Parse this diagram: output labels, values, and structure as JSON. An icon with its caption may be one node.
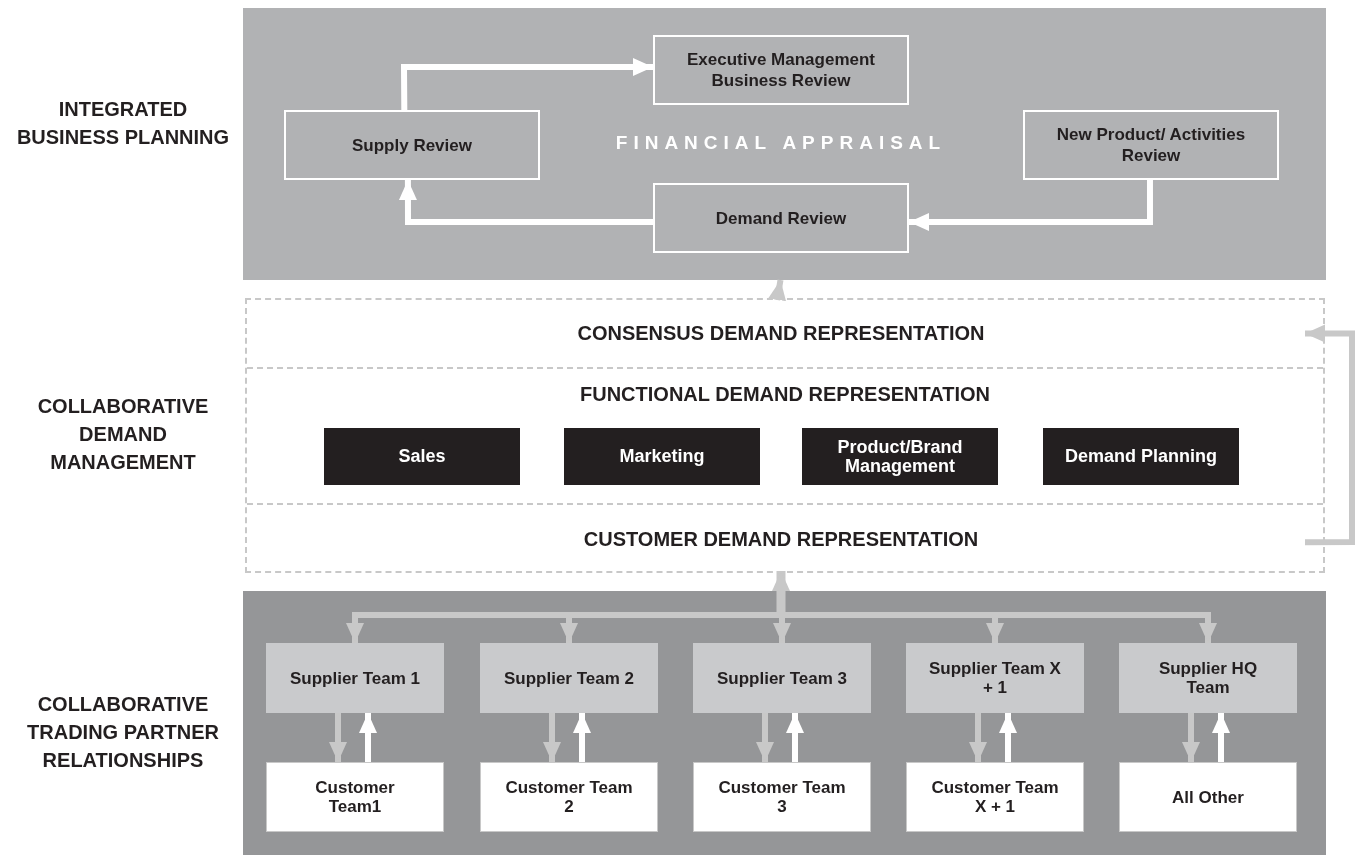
{
  "diagram": {
    "nodes": [
      {
        "text": [
          "INTEGRATED BUSINESS PLANNING",
          "FINANCIAL APPRAISAL"
        ]
      },
      {
        "text": [
          "Executive Management Business Review"
        ],
        "in": 0
      },
      {
        "text": [
          "Supply Review"
        ],
        "in": 0
      },
      {
        "text": [
          "New Product/ Activities Review"
        ],
        "in": 0
      },
      {
        "text": [
          "Demand Review"
        ],
        "in": 0
      },
      {
        "text": [
          "COLLABORATIVE DEMAND MANAGEMENT"
        ]
      },
      {
        "text": [
          "CONSENSUS DEMAND REPRESENTATION"
        ],
        "in": 5
      },
      {
        "text": [
          "FUNCTIONAL DEMAND REPRESENTATION"
        ],
        "in": 5
      },
      {
        "text": [
          "Sales"
        ],
        "in": 7
      },
      {
        "text": [
          "Marketing"
        ],
        "in": 7
      },
      {
        "text": [
          "Product/Brand Management"
        ],
        "in": 7
      },
      {
        "text": [
          "Demand Planning"
        ],
        "in": 7
      },
      {
        "text": [
          "CUSTOMER DEMAND REPRESENTATION"
        ],
        "in": 5
      },
      {
        "text": [
          "COLLABORATIVE TRADING PARTNER RELATIONSHIPS"
        ]
      },
      {
        "text": [
          "Supplier Team 1"
        ],
        "in": 13
      },
      {
        "text": [
          "Supplier Team 2"
        ],
        "in": 13
      },
      {
        "text": [
          "Supplier Team 3"
        ],
        "in": 13
      },
      {
        "text": [
          "Supplier Team X + 1"
        ],
        "in": 13
      },
      {
        "text": [
          "Supplier HQ Team"
        ],
        "in": 13
      },
      {
        "text": [
          "Customer Team1"
        ],
        "in": 13
      },
      {
        "text": [
          "Customer Team 2"
        ],
        "in": 13
      },
      {
        "text": [
          "Customer Team 3"
        ],
        "in": 13
      },
      {
        "text": [
          "Customer Team X + 1"
        ],
        "in": 13
      },
      {
        "text": [
          "All Other"
        ],
        "in": 13
      }
    ],
    "edges": [
      {
        "from": 2,
        "to": 1,
        "arrow": "to",
        "color": "#ffffff"
      },
      {
        "from": 4,
        "to": 2,
        "arrow": "to",
        "color": "#ffffff"
      },
      {
        "from": 3,
        "to": 4,
        "arrow": "to",
        "color": "#ffffff"
      },
      {
        "from": 6,
        "to": 0,
        "arrow": "to"
      },
      {
        "from": 12,
        "to": 6,
        "arrow": "to"
      },
      {
        "from": 12,
        "to": 14,
        "arrow": "both"
      },
      {
        "from": 12,
        "to": 15,
        "arrow": "both"
      },
      {
        "from": 12,
        "to": 16,
        "arrow": "both"
      },
      {
        "from": 12,
        "to": 17,
        "arrow": "both"
      },
      {
        "from": 12,
        "to": 18,
        "arrow": "both"
      },
      {
        "from": 14,
        "to": 19,
        "arrow": "to"
      },
      {
        "from": 19,
        "to": 14,
        "arrow": "to",
        "color": "#ffffff"
      },
      {
        "from": 15,
        "to": 20,
        "arrow": "to"
      },
      {
        "from": 20,
        "to": 15,
        "arrow": "to",
        "color": "#ffffff"
      },
      {
        "from": 16,
        "to": 21,
        "arrow": "to"
      },
      {
        "from": 21,
        "to": 16,
        "arrow": "to",
        "color": "#ffffff"
      },
      {
        "from": 17,
        "to": 22,
        "arrow": "to"
      },
      {
        "from": 22,
        "to": 17,
        "arrow": "to",
        "color": "#ffffff"
      },
      {
        "from": 18,
        "to": 23,
        "arrow": "to"
      },
      {
        "from": 23,
        "to": 18,
        "arrow": "to",
        "color": "#ffffff"
      }
    ]
  }
}
